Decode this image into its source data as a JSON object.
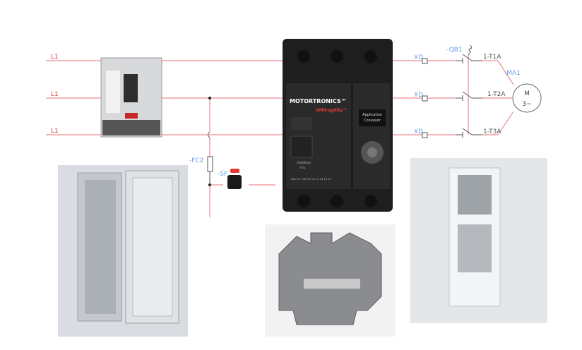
{
  "schematic": {
    "line_labels": [
      "L1",
      "L1",
      "L1"
    ],
    "fuse_label": "-FC2",
    "button_label": "-SF",
    "terminal_labels": [
      "XD",
      "XD",
      "XD"
    ],
    "breaker_label": "-QB1",
    "wire_labels": [
      "1-T1A",
      "1-T2A",
      "1-T3A"
    ],
    "motor_label": "-MA1",
    "motor_symbol": "M",
    "motor_phase": "3~"
  },
  "device": {
    "brand": "MOTORTRONICS™",
    "model": "VMX-agility™",
    "display_line1": "Application",
    "display_line2": "Conveyor",
    "port_label1": "modbus",
    "port_label2": "rtu",
    "terminals": "24V 0V COM 01 02 13 14 23 24"
  },
  "colors": {
    "wire": "#e8707a",
    "label": "#6aa0e8",
    "text": "#555555"
  }
}
